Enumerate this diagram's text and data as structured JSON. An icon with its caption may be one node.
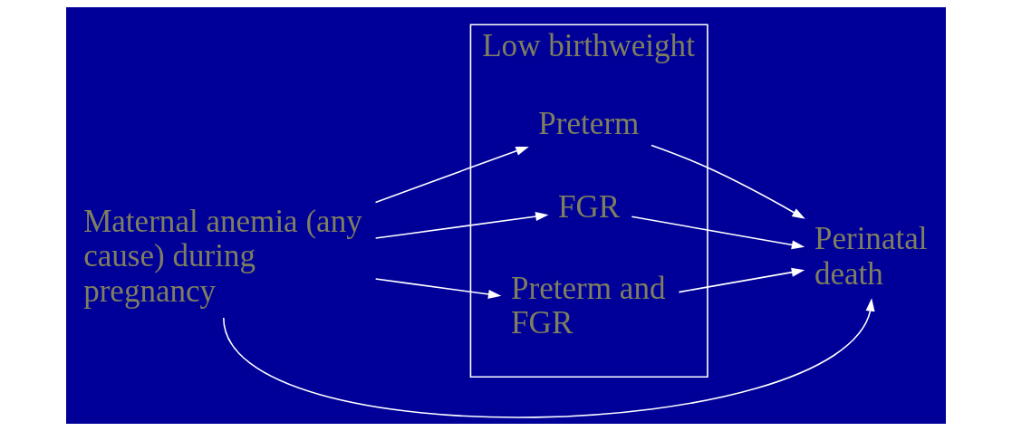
{
  "diagram": {
    "nodes": [
      {
        "text": [
          "Maternal anemia (any cause) during pregnancy"
        ]
      },
      {
        "text": [
          "Low birthweight"
        ]
      },
      {
        "text": [
          "Preterm"
        ],
        "in": 1
      },
      {
        "text": [
          "FGR"
        ],
        "in": 1
      },
      {
        "text": [
          "Preterm and FGR"
        ],
        "in": 1
      },
      {
        "text": [
          "Perinatal death"
        ]
      }
    ],
    "edges": [
      {
        "from": 0,
        "to": 2,
        "arrow": "to"
      },
      {
        "from": 0,
        "to": 3,
        "arrow": "to"
      },
      {
        "from": 0,
        "to": 4,
        "arrow": "to"
      },
      {
        "from": 2,
        "to": 5,
        "arrow": "to"
      },
      {
        "from": 3,
        "to": 5,
        "arrow": "to"
      },
      {
        "from": 4,
        "to": 5,
        "arrow": "to"
      },
      {
        "from": 0,
        "to": 5,
        "arrow": "to"
      }
    ]
  }
}
